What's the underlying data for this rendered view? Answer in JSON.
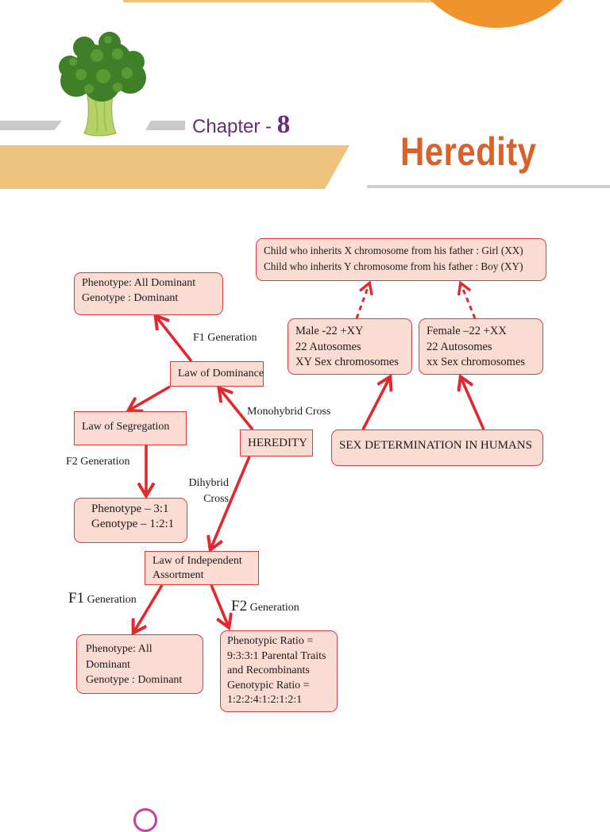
{
  "header": {
    "chapter_label": "Chapter -",
    "chapter_number": "8",
    "title": "Heredity",
    "colors": {
      "band": "#edc27c",
      "title": "#d9612a",
      "chapter": "#6a2c7a",
      "stripe": "#c8c8c8",
      "orange_circle": "#f0932b"
    }
  },
  "diagram": {
    "center": "HEREDITY",
    "law_of_dominance": "Law of Dominance",
    "law_of_segregation": "Law of Segregation",
    "law_of_independent_assortment": [
      "Law of Independent",
      "Assortment"
    ],
    "dominance_result": [
      "Phenotype: All Dominant",
      "Genotype : Dominant"
    ],
    "segregation_result": [
      "Phenotype – 3:1",
      "Genotype – 1:2:1"
    ],
    "assortment_f1_result": [
      "Phenotype: All",
      "Dominant",
      "Genotype : Dominant"
    ],
    "assortment_f2_result": [
      "Phenotypic Ratio =",
      "9:3:3:1 Parental Traits",
      "and Recombinants",
      "Genotypic Ratio =",
      "1:2:2:4:1:2:1:2:1"
    ],
    "labels": {
      "f1_generation": "F1 Generation",
      "monohybrid_cross": "Monohybrid Cross",
      "f2_generation": "F2 Generation",
      "dihybrid_cross": [
        "Dihybrid",
        "Cross"
      ],
      "f1_generation_lower_prefix": "F1",
      "f1_generation_lower_suffix": " Generation",
      "f2_generation_lower_prefix": "F2",
      "f2_generation_lower_suffix": " Generation"
    },
    "sex_determination": "SEX DETERMINATION IN HUMANS",
    "male": [
      "Male -22 +XY",
      "22 Autosomes",
      "XY Sex chromosomes"
    ],
    "female": [
      "Female –22 +XX",
      "22 Autosomes",
      "xx Sex chromosomes"
    ],
    "inheritance": [
      "Child who inherits X chromosome from his father : Girl (XX)",
      "Child who inherits Y chromosome from his father : Boy (XY)"
    ],
    "colors": {
      "arrow": "#e2282e",
      "box_fill": "#fbdcd3",
      "box_border": "#e03a3e"
    }
  }
}
